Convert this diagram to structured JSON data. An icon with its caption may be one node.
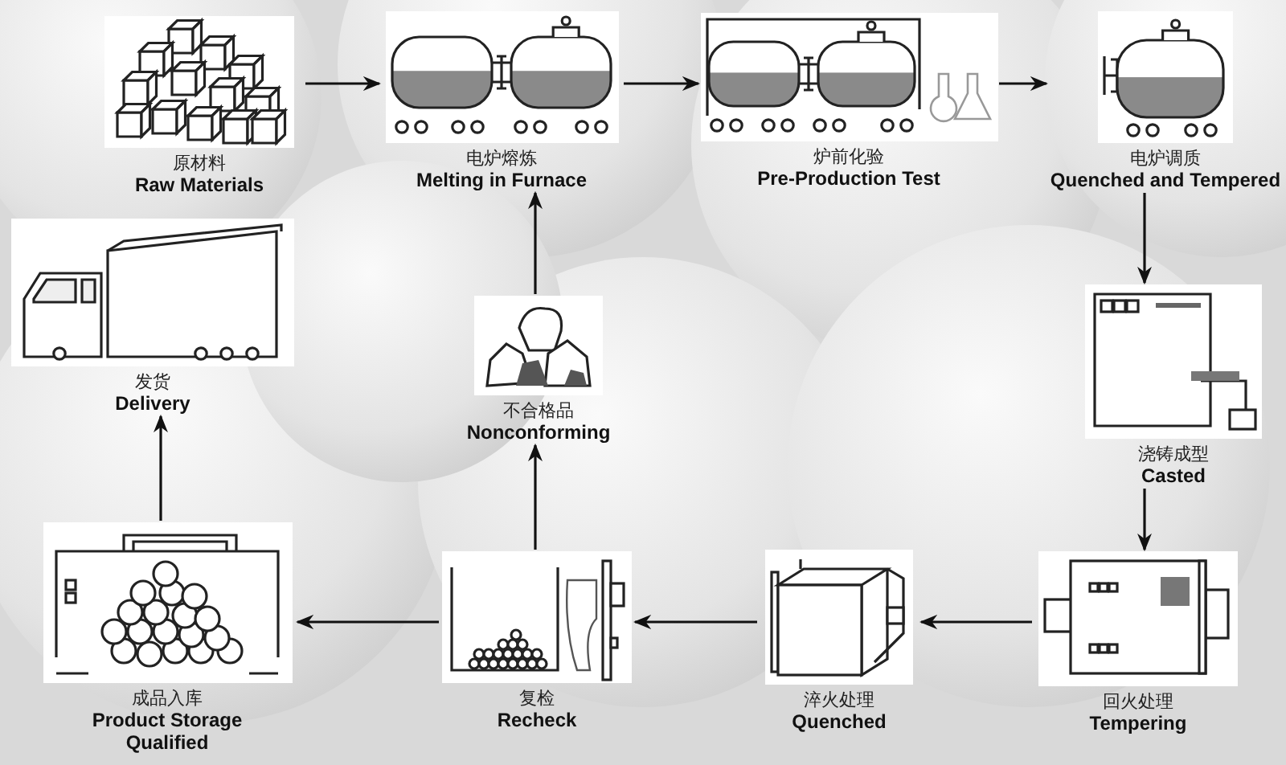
{
  "diagram": {
    "nodes": [
      {
        "text": [
          "原材料",
          "Raw Materials"
        ]
      },
      {
        "text": [
          "电炉熔炼",
          "Melting in Furnace"
        ]
      },
      {
        "text": [
          "炉前化验",
          "Pre-Production Test"
        ]
      },
      {
        "text": [
          "电炉调质",
          "Quenched and Tempered"
        ]
      },
      {
        "text": [
          "发货",
          "Delivery"
        ]
      },
      {
        "text": [
          "不合格品",
          "Nonconforming"
        ]
      },
      {
        "text": [
          "浇铸成型",
          "Casted"
        ]
      },
      {
        "text": [
          "成品入库",
          "Product Storage Qualified"
        ]
      },
      {
        "text": [
          "复检",
          "Recheck"
        ]
      },
      {
        "text": [
          "淬火处理",
          "Quenched"
        ]
      },
      {
        "text": [
          "回火处理",
          "Tempering"
        ]
      }
    ],
    "edges": [
      {
        "from": 0,
        "to": 1,
        "arrow": "to"
      },
      {
        "from": 1,
        "to": 2,
        "arrow": "to"
      },
      {
        "from": 2,
        "to": 3,
        "arrow": "to"
      },
      {
        "from": 3,
        "to": 6,
        "arrow": "to"
      },
      {
        "from": 6,
        "to": 10,
        "arrow": "to"
      },
      {
        "from": 10,
        "to": 9,
        "arrow": "to"
      },
      {
        "from": 9,
        "to": 8,
        "arrow": "to"
      },
      {
        "from": 8,
        "to": 7,
        "arrow": "to"
      },
      {
        "from": 8,
        "to": 5,
        "arrow": "to"
      },
      {
        "from": 5,
        "to": 1,
        "arrow": "to"
      },
      {
        "from": 7,
        "to": 4,
        "arrow": "to"
      }
    ]
  }
}
